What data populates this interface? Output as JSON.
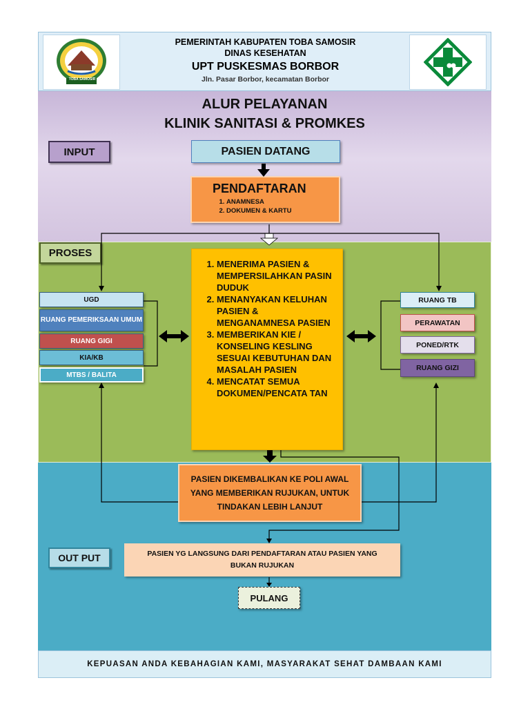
{
  "header": {
    "line1": "PEMERINTAH KABUPATEN TOBA SAMOSIR",
    "line2": "DINAS KESEHATAN",
    "line3": "UPT PUSKESMAS BORBOR",
    "line4": "Jln. Pasar Borbor, kecamatan Borbor",
    "left_logo_icon": "regency-seal-icon",
    "left_logo_text": "TOBA SAMOSIR",
    "right_logo_icon": "puskesmas-cross-icon"
  },
  "title": {
    "line1": "ALUR PELAYANAN",
    "line2": "KLINIK SANITASI & PROMKES"
  },
  "labels": {
    "input": "INPUT",
    "proses": "PROSES",
    "output": "OUT PUT"
  },
  "pasien_datang": "PASIEN DATANG",
  "pendaftaran": {
    "title": "PENDAFTARAN",
    "items": [
      "ANAMNESA",
      "DOKUMEN & KARTU"
    ]
  },
  "left_rooms": [
    "UGD",
    "RUANG PEMERIKSAAN UMUM",
    "RUANG GIGI",
    "KIA/KB",
    "MTBS / BALITA"
  ],
  "right_rooms": [
    "RUANG TB",
    "PERAWATAN",
    "PONED/RTK",
    "RUANG  GIZI"
  ],
  "process_steps": [
    "MENERIMA PASIEN & MEMPERSILAHKAN PASIN DUDUK",
    "MENANYAKAN KELUHAN  PASIEN & MENGANAMNESA PASIEN",
    "MEMBERIKAN KIE / KONSELING KESLING SESUAI KEBUTUHAN DAN MASALAH PASIEN",
    "MENCATAT SEMUA DOKUMEN/PENCATA TAN"
  ],
  "kembali": "PASIEN DIKEMBALIKAN KE POLI AWAL YANG  MEMBERIKAN RUJUKAN, UNTUK TINDAKAN LEBIH LANJUT",
  "langsung": "PASIEN YG LANGSUNG DARI PENDAFTARAN  ATAU PASIEN YANG BUKAN RUJUKAN",
  "pulang": "PULANG",
  "footer": "KEPUASAN ANDA KEBAHAGIAN KAMI, MASYARAKAT SEHAT DAMBAAN KAMI",
  "colors": {
    "input_bg": "#d3c4df",
    "proses_bg": "#9bbb59",
    "output_bg": "#4bacc6",
    "orange": "#f79646",
    "yellow": "#ffc000",
    "light_blue": "#c6e3f1",
    "gigi_red": "#c0504d",
    "purple": "#8064a2",
    "green_cross": "#0a8a3a"
  }
}
